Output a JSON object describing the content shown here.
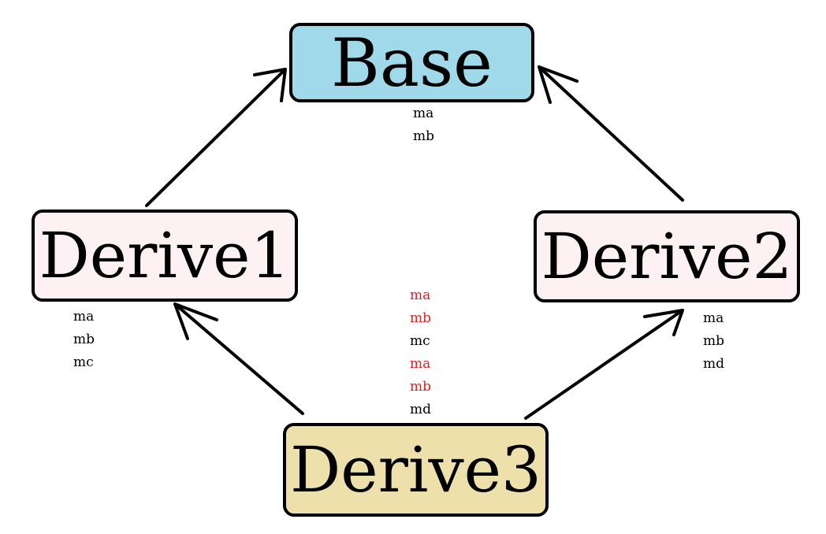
{
  "colors": {
    "base_fill": "#9fd9ea",
    "derive_fill": "#fdf1f4",
    "derive3_fill": "#eee0ab",
    "inherited_text": "#e02020",
    "own_text": "#000000"
  },
  "nodes": {
    "base": {
      "label": "Base",
      "members": [
        "ma",
        "mb"
      ]
    },
    "derive1": {
      "label": "Derive1",
      "members": [
        "ma",
        "mb",
        "mc"
      ]
    },
    "derive2": {
      "label": "Derive2",
      "members": [
        "ma",
        "mb",
        "md"
      ]
    },
    "derive3": {
      "label": "Derive3",
      "members": [
        {
          "text": "ma",
          "inherited": true
        },
        {
          "text": "mb",
          "inherited": true
        },
        {
          "text": "mc",
          "inherited": false
        },
        {
          "text": "ma",
          "inherited": true
        },
        {
          "text": "mb",
          "inherited": true
        },
        {
          "text": "md",
          "inherited": false
        }
      ]
    }
  },
  "edges": [
    {
      "from": "Derive1",
      "to": "Base"
    },
    {
      "from": "Derive2",
      "to": "Base"
    },
    {
      "from": "Derive3",
      "to": "Derive1"
    },
    {
      "from": "Derive3",
      "to": "Derive2"
    }
  ]
}
